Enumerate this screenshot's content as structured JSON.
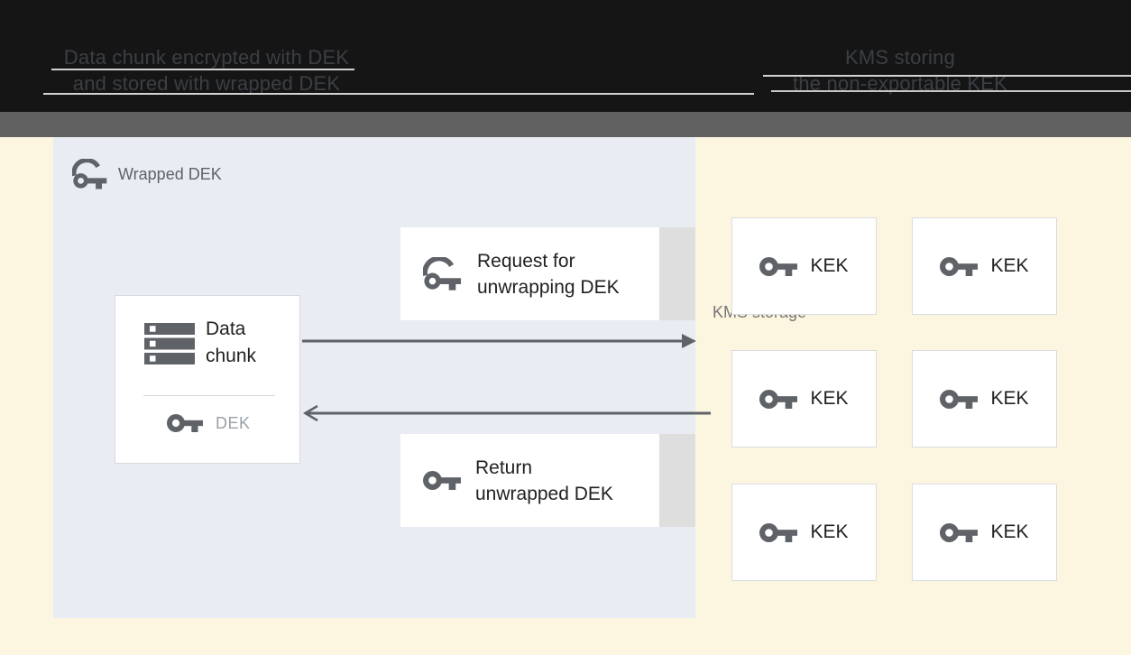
{
  "header": {
    "left_caption_line1": "Data chunk encrypted with DEK",
    "left_caption_line2": "and stored with wrapped DEK",
    "right_caption_line1": "KMS storing",
    "right_caption_line2": "the non-exportable KEK"
  },
  "panel": {
    "label": "Wrapped DEK",
    "data_chunk_title": "Data chunk",
    "dek_label": "DEK",
    "request_line1": "Request for",
    "request_line2": "unwrapping DEK",
    "return_line1": "Return",
    "return_line2": "unwrapped DEK"
  },
  "kms": {
    "label": "KMS storage",
    "keks": [
      "KEK",
      "KEK",
      "KEK",
      "KEK",
      "KEK",
      "KEK"
    ]
  },
  "colors": {
    "header_background": "#151515",
    "divider_band": "#616161",
    "kms_background": "#fcf5df",
    "panel_background": "#e9ecf2",
    "icon_gray": "#5f6368",
    "box_white": "#ffffff",
    "strip_gray": "#dedede"
  }
}
